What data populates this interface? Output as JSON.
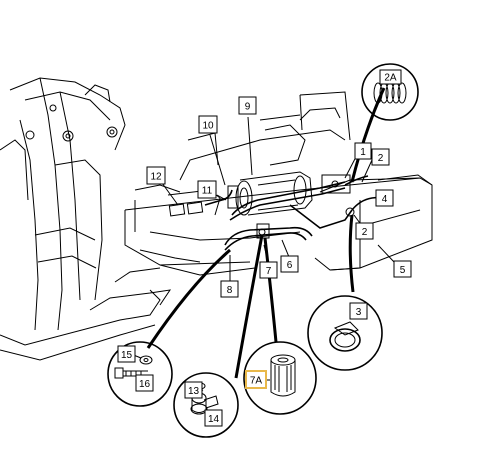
{
  "callouts": {
    "c1": "1",
    "c2a": "2",
    "c2b": "2",
    "c2A": "2A",
    "c3": "3",
    "c4": "4",
    "c5": "5",
    "c6": "6",
    "c7": "7",
    "c7A": "7A",
    "c8": "8",
    "c9": "9",
    "c10": "10",
    "c11": "11",
    "c12": "12",
    "c13": "13",
    "c14": "14",
    "c15": "15",
    "c16": "16"
  },
  "highlight_color": "#e8b84a"
}
